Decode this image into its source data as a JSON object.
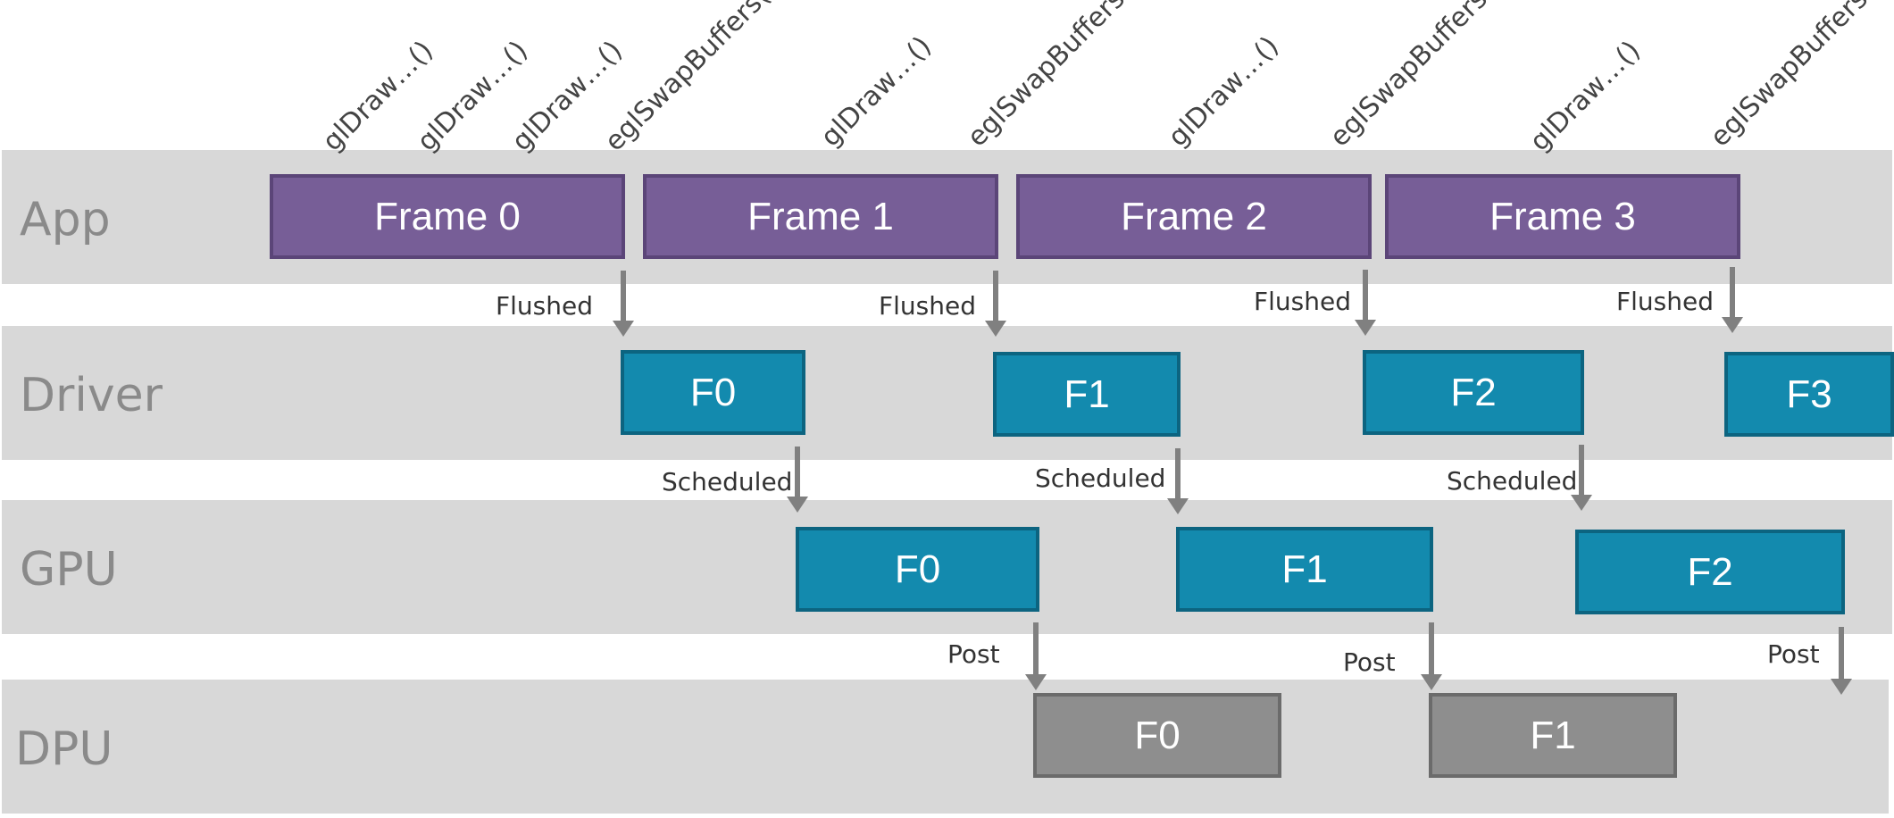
{
  "lanes": {
    "app": "App",
    "driver": "Driver",
    "gpu": "GPU",
    "dpu": "DPU"
  },
  "calls": [
    "glDraw…()",
    "glDraw…()",
    "glDraw…()",
    "eglSwapBuffers()",
    "glDraw…()",
    "eglSwapBuffers()",
    "glDraw…()",
    "eglSwapBuffers()",
    "glDraw…()",
    "eglSwapBuffers()"
  ],
  "app_frames": [
    "Frame 0",
    "Frame 1",
    "Frame 2",
    "Frame 3"
  ],
  "driver_frames": [
    "F0",
    "F1",
    "F2",
    "F3"
  ],
  "gpu_frames": [
    "F0",
    "F1",
    "F2"
  ],
  "dpu_frames": [
    "F0",
    "F1"
  ],
  "events": {
    "flushed": [
      "Flushed",
      "Flushed",
      "Flushed",
      "Flushed"
    ],
    "scheduled": [
      "Scheduled",
      "Scheduled",
      "Scheduled"
    ],
    "post": [
      "Post",
      "Post",
      "Post"
    ]
  },
  "colors": {
    "app_frame": "#775e97",
    "driver_gpu_frame": "#138aae",
    "dpu_frame": "#8e8e8e",
    "lane_background": "#d8d8d8",
    "arrow": "#808080"
  }
}
